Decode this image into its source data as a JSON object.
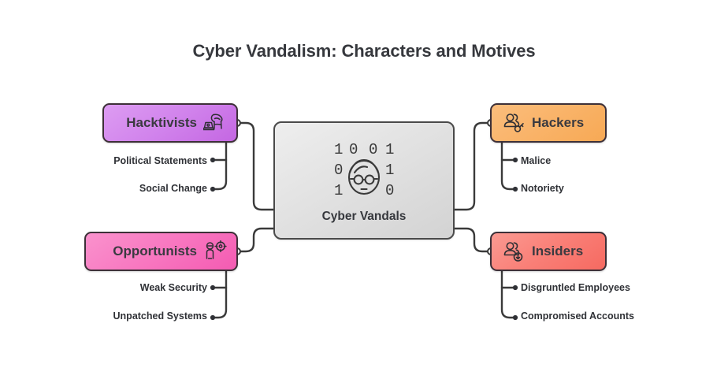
{
  "title": "Cyber Vandalism: Characters and Motives",
  "center": {
    "label": "Cyber Vandals",
    "icon": "binary-face-icon",
    "binary_rows": [
      "1 0  0 1",
      "0        1",
      "1        0"
    ],
    "fill_start": "#eeeeee",
    "fill_end": "#d3d3d3",
    "border": "#4a4a4a"
  },
  "branches": [
    {
      "id": "hacktivists",
      "label": "Hacktivists",
      "icon": "hooded-hacker-laptop-icon",
      "side": "left",
      "color_start": "#dd9cf2",
      "color_end": "#c467e2",
      "children": [
        {
          "label": "Political Statements"
        },
        {
          "label": "Social Change"
        }
      ]
    },
    {
      "id": "opportunists",
      "label": "Opportunists",
      "icon": "person-target-icon",
      "side": "left",
      "color_start": "#fa92cd",
      "color_end": "#f45bb2",
      "children": [
        {
          "label": "Weak Security"
        },
        {
          "label": "Unpatched Systems"
        }
      ]
    },
    {
      "id": "hackers",
      "label": "Hackers",
      "icon": "users-key-icon",
      "side": "right",
      "color_start": "#fbbd7c",
      "color_end": "#f19a3e",
      "children": [
        {
          "label": "Malice"
        },
        {
          "label": "Notoriety"
        }
      ]
    },
    {
      "id": "insiders",
      "label": "Insiders",
      "icon": "users-badge-icon",
      "side": "right",
      "color_start": "#fb9a92",
      "color_end": "#f66a61",
      "children": [
        {
          "label": "Disgruntled Employees"
        },
        {
          "label": "Compromised Accounts"
        }
      ]
    }
  ],
  "style": {
    "background": "#ffffff",
    "line_color": "#3a3a3a",
    "text_color": "#2f3136",
    "port_fill": "#ffffff"
  }
}
